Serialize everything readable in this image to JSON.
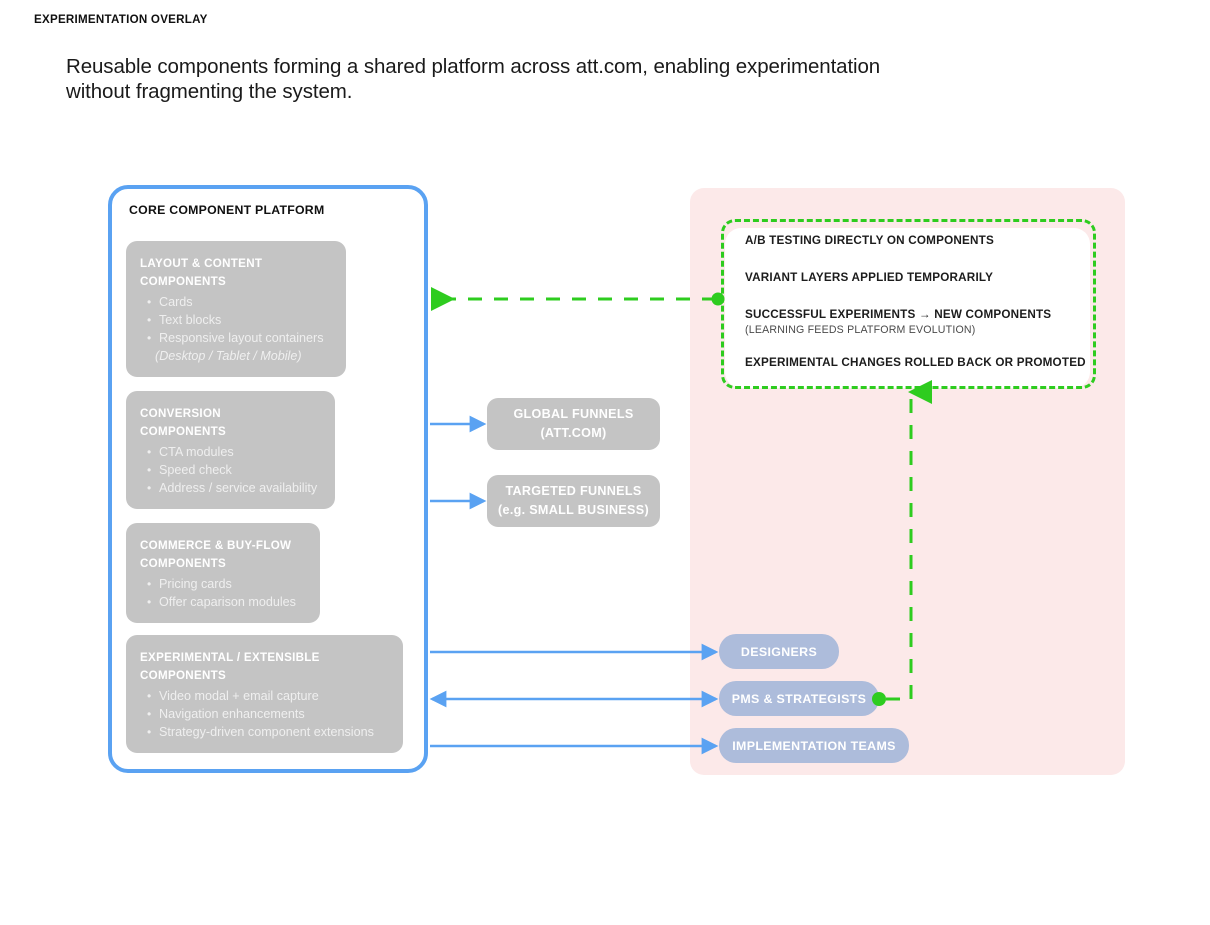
{
  "caption": {
    "line1": "Reusable components forming a shared platform across att.com, enabling experimentation",
    "line2": "without fragmenting the system."
  },
  "colors": {
    "panel_border_blue": "#5aa2f2",
    "arrow_blue": "#5aa2f2",
    "card_gray": "#c4c4c4",
    "overlay_pink": "#fce9e9",
    "dashed_green": "#2ecc1f",
    "role_pill": "#adbcdb",
    "text_dark": "#101010"
  },
  "core_panel": {
    "title": "CORE COMPONENT PLATFORM",
    "cards": [
      {
        "title_line1": "LAYOUT & CONTENT",
        "title_line2": "COMPONENTS",
        "items": [
          "Cards",
          "Text blocks",
          "Responsive layout containers"
        ],
        "note": "(Desktop / Tablet / Mobile)"
      },
      {
        "title_line1": "CONVERSION",
        "title_line2": "COMPONENTS",
        "items": [
          "CTA modules",
          "Speed check",
          "Address / service availability"
        ],
        "note": ""
      },
      {
        "title_line1": "COMMERCE & BUY-FLOW",
        "title_line2": "COMPONENTS",
        "items": [
          "Pricing cards",
          "Offer caparison modules"
        ],
        "note": ""
      },
      {
        "title_line1": "EXPERIMENTAL / EXTENSIBLE",
        "title_line2": "COMPONENTS",
        "items": [
          "Video modal + email capture",
          "Navigation enhancements",
          "Strategy-driven component extensions"
        ],
        "note": ""
      }
    ]
  },
  "funnels": [
    {
      "line1": "GLOBAL FUNNELS",
      "line2": "(ATT.COM)"
    },
    {
      "line1": "TARGETED FUNNELS",
      "line2": "(e.g. SMALL BUSINESS)"
    }
  ],
  "overlay_panel": {
    "title": "EXPERIMENTATION OVERLAY",
    "items": [
      {
        "text": "A/B TESTING DIRECTLY ON COMPONENTS",
        "sub": ""
      },
      {
        "text": "VARIANT LAYERS APPLIED TEMPORARILY",
        "sub": ""
      },
      {
        "text": "SUCCESSFUL EXPERIMENTS → NEW COMPONENTS",
        "sub": "(LEARNING FEEDS PLATFORM EVOLUTION)"
      },
      {
        "text": "EXPERIMENTAL CHANGES ROLLED BACK OR PROMOTED",
        "sub": ""
      }
    ]
  },
  "roles": [
    {
      "label": "DESIGNERS"
    },
    {
      "label": "PMS & STRATEGISTS"
    },
    {
      "label": "IMPLEMENTATION TEAMS"
    }
  ]
}
